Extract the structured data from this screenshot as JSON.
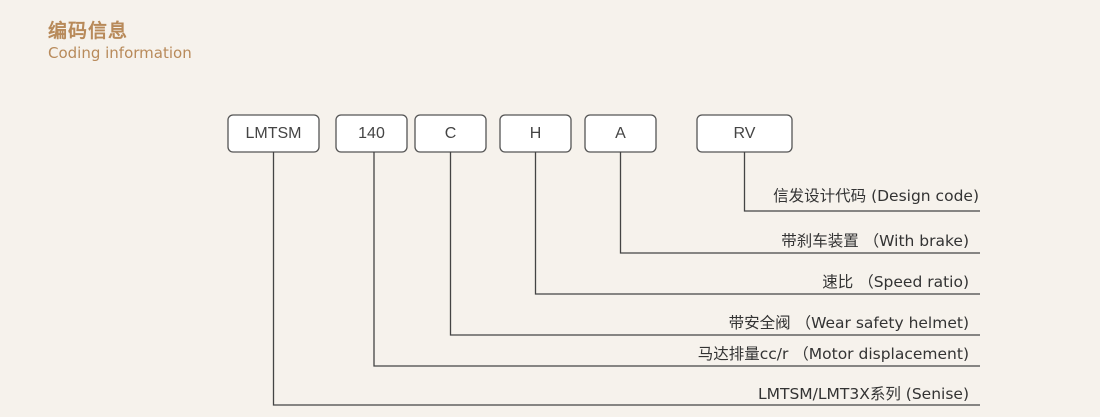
{
  "header": {
    "title": "编码信息",
    "subtitle": "Coding information"
  },
  "code_segments": [
    {
      "code": "LMTSM",
      "description": "LMTSM/LMT3X系列 (Senise)"
    },
    {
      "code": "140",
      "description": "马达排量cc/r （Motor displacement)"
    },
    {
      "code": "C",
      "description": "带安全阀 （Wear safety helmet)"
    },
    {
      "code": "H",
      "description": "速比 （Speed ratio)"
    },
    {
      "code": "A",
      "description": "带刹车装置 （With brake)"
    },
    {
      "code": "RV",
      "description": "信发设计代码 (Design code)"
    }
  ],
  "colors": {
    "background": "#f6f2ec",
    "accent": "#b88a5a",
    "line": "#444444",
    "text": "#333333"
  }
}
